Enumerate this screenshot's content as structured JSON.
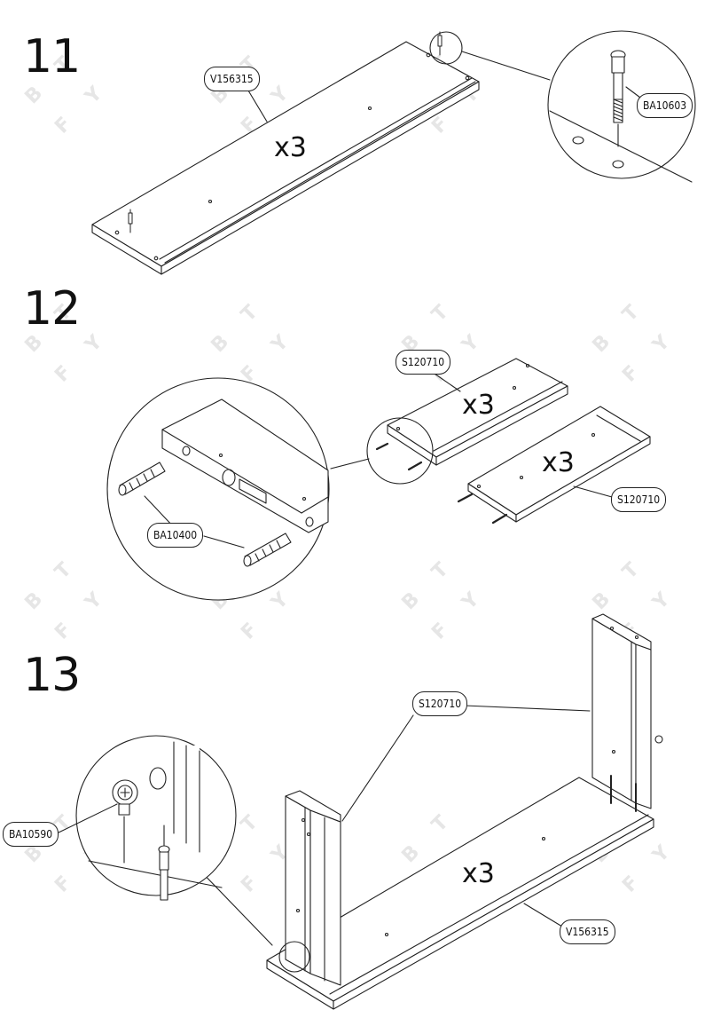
{
  "watermark": {
    "letters": [
      "B",
      "T",
      "F",
      "Y"
    ]
  },
  "steps": [
    {
      "number": "11",
      "parts": {
        "panel": "V156315",
        "detail": "BA10603"
      },
      "quantity": "x3"
    },
    {
      "number": "12",
      "parts": {
        "detail": "BA10400",
        "panel_a": "S120710",
        "panel_b": "S120710"
      },
      "quantity_a": "x3",
      "quantity_b": "x3"
    },
    {
      "number": "13",
      "parts": {
        "detail": "BA10590",
        "side": "S120710",
        "base": "V156315"
      },
      "quantity": "x3"
    }
  ]
}
